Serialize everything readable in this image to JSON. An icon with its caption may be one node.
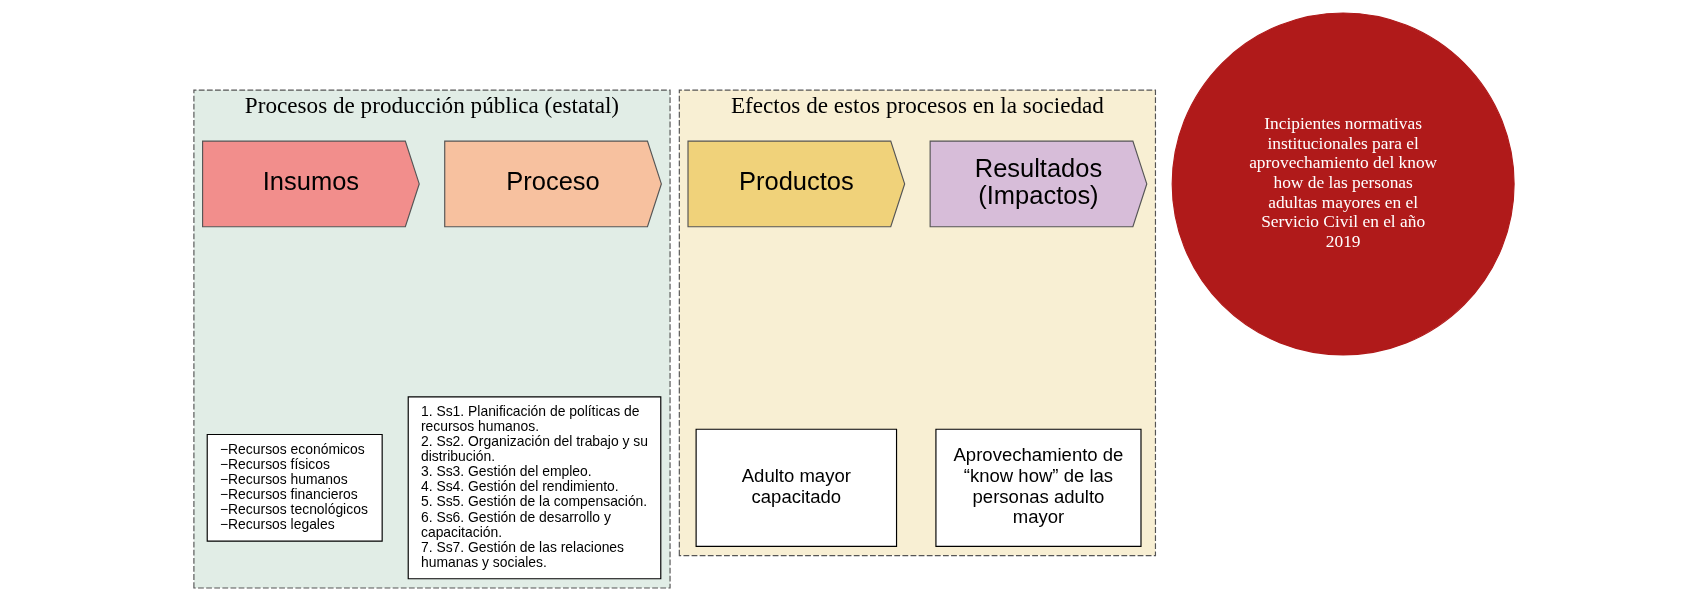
{
  "diagram": {
    "nodes": [
      {
        "text": [
          "Procesos de producción pública (estatal)"
        ]
      },
      {
        "text": [
          "Insumos"
        ],
        "in": 0
      },
      {
        "text": [
          "−Recursos económicos",
          "−Recursos físicos",
          "−Recursos humanos",
          "−Recursos financieros",
          "−Recursos tecnológicos",
          "−Recursos legales"
        ],
        "in": 0
      },
      {
        "text": [
          "Proceso"
        ],
        "in": 0
      },
      {
        "text": [
          "1. Ss1. Planificación de políticas de recursos humanos.",
          "2. Ss2. Organización del trabajo y su distribución.",
          "3. Ss3. Gestión del empleo.",
          "4. Ss4. Gestión del rendimiento.",
          "5. Ss5. Gestión de la compensación.",
          "6. Ss6. Gestión de desarrollo y capacitación.",
          "7. Ss7. Gestión de las relaciones humanas y sociales."
        ],
        "in": 0
      },
      {
        "text": [
          "Efectos de estos procesos en la sociedad"
        ]
      },
      {
        "text": [
          "Productos"
        ],
        "in": 5
      },
      {
        "text": [
          "Adulto mayor capacitado"
        ],
        "in": 5
      },
      {
        "text": [
          "Resultados (Impactos)"
        ],
        "in": 5
      },
      {
        "text": [
          "Aprovechamiento de “know how” de las personas adulto mayor"
        ],
        "in": 5
      },
      {
        "text": [
          "Incipientes normativas institucionales para el aprovechamiento del know how de las personas adultas mayores en el Servicio Civil en el año 2019"
        ]
      }
    ]
  }
}
